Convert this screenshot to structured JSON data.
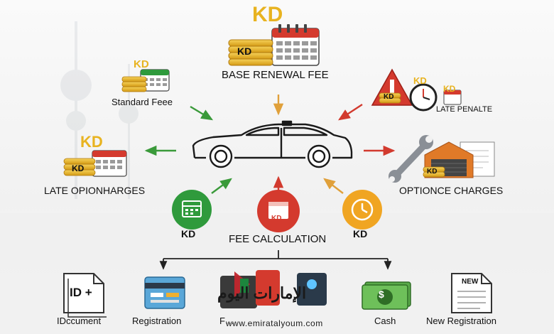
{
  "center": {
    "fee_calculation": "FEE CALCULATION"
  },
  "top": {
    "base_renewal_fee": "BASE RENEWAL FEE",
    "kd_big": "KD",
    "kd_small": "KD"
  },
  "left": {
    "standard_fee": "Standard Feee",
    "late_option_charges": "LATE OPIONHARGES",
    "kd_std": "KD",
    "kd_late": "KD",
    "kd_late_box": "KD"
  },
  "right": {
    "late_penalty": "LATE PENALTE",
    "option_charges": "OPTIONCE CHARGES",
    "kd_penalty_1": "KD",
    "kd_penalty_2": "KD",
    "kd_penalty_3": "KD",
    "kd_option": "KD"
  },
  "middle": {
    "kd_left": "KD",
    "kd_center": "KD",
    "kd_right": "KD"
  },
  "documents": [
    {
      "label": "IDccument",
      "icon": "id-document-icon",
      "card_text": "ID +"
    },
    {
      "label": "Registration",
      "icon": "registration-card-icon"
    },
    {
      "label": "F…",
      "icon": "payment-device-icon"
    },
    {
      "label": "Cash",
      "icon": "cash-icon",
      "card_text": "$"
    },
    {
      "label": "New Registration",
      "icon": "new-registration-icon",
      "card_text": "NEW"
    }
  ],
  "watermark": {
    "arabic": "الإمارات اليوم",
    "url": "www.emiratalyoum.com"
  },
  "colors": {
    "green_arrow": "#3a9a3a",
    "red_arrow": "#d23a2e",
    "orange_arrow": "#e8a23c",
    "gold": "#e8b320",
    "calendar_red": "#d43a2e",
    "calendar_green": "#2f9a3c"
  }
}
